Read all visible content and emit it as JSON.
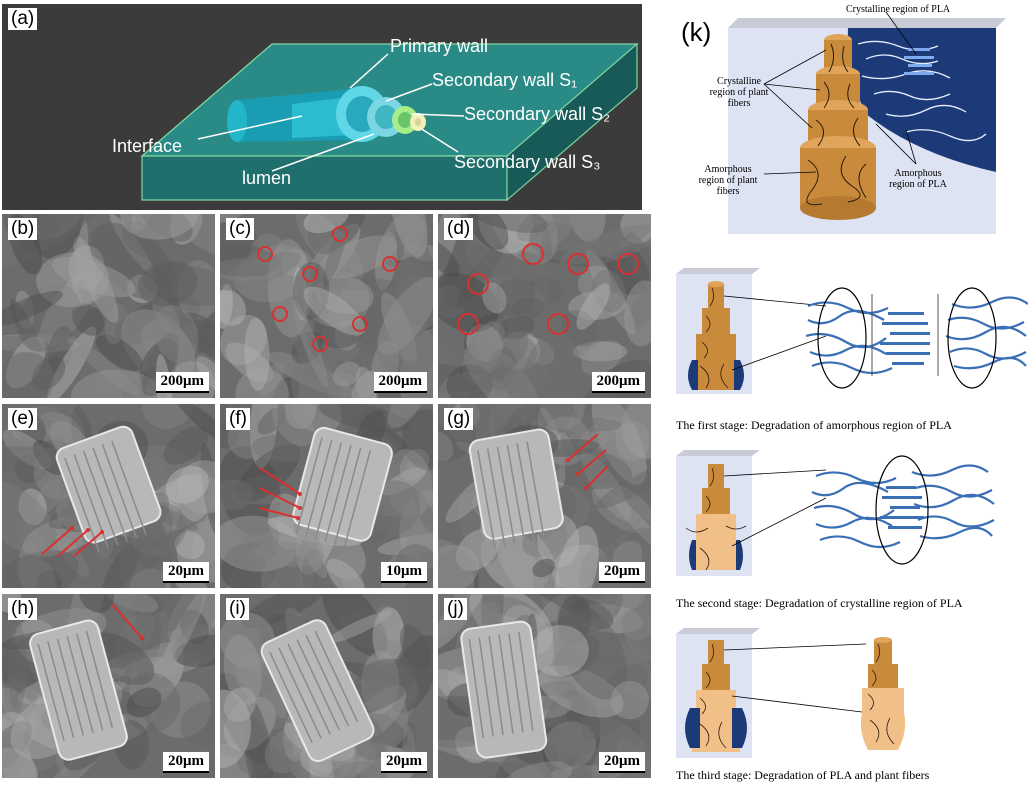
{
  "panel_a": {
    "label": "(a)",
    "callouts": {
      "primary_wall": "Primary wall",
      "s1": "Secondary wall S₁",
      "s2": "Secondary wall S₂",
      "s3": "Secondary wall S₃",
      "interface": "Interface",
      "lumen": "lumen"
    }
  },
  "sem_panels": [
    {
      "label": "(b)",
      "scale": "200μm"
    },
    {
      "label": "(c)",
      "scale": "200μm"
    },
    {
      "label": "(d)",
      "scale": "200μm"
    },
    {
      "label": "(e)",
      "scale": "20μm"
    },
    {
      "label": "(f)",
      "scale": "10μm"
    },
    {
      "label": "(g)",
      "scale": "20μm"
    },
    {
      "label": "(h)",
      "scale": "20μm"
    },
    {
      "label": "(i)",
      "scale": "20μm"
    },
    {
      "label": "(j)",
      "scale": "20μm"
    }
  ],
  "panel_k": {
    "label": "(k)",
    "crystalline_pla": "Crystalline region of PLA",
    "crystalline_fiber": [
      "Crystalline",
      "region of plant",
      "fibers"
    ],
    "amorphous_fiber": [
      "Amorphous",
      "region of plant",
      "fibers"
    ],
    "amorphous_pla": [
      "Amorphous",
      "region of PLA"
    ]
  },
  "stages": [
    "The first stage: Degradation of amorphous region of PLA",
    "The second stage: Degradation of crystalline region of PLA",
    "The third stage: Degradation of PLA and plant fibers"
  ],
  "colors": {
    "matrix_teal": "#2d8f8a",
    "fiber_tan": "#c98a3c",
    "pla_blue": "#1d3a78",
    "chain_blue": "#3a6fb5",
    "sem_gray": "#6c6c6c",
    "highlight_red": "#d93030"
  }
}
